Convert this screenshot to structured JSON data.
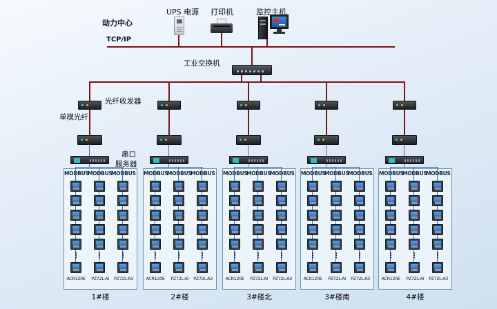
{
  "colors": {
    "backbone_line": "#7a1416",
    "branch_line": "#3f6fae",
    "box_border": "#6b94ad",
    "meter_screen": "#3e7fd0",
    "background_top": "#f6fafe",
    "background_bottom": "#cfe0f0"
  },
  "top": {
    "power_center": "动力中心",
    "tcpip_label": "TCP/IP",
    "ups_label": "UPS 电源",
    "printer_label": "打印机",
    "host_label": "监控主机",
    "switch_label": "工业交换机"
  },
  "side": {
    "fiber_transceiver": "光纤收发器",
    "single_mode_fiber": "单模光纤",
    "serial_line1": "串口",
    "serial_line2": "服务器"
  },
  "shared": {
    "bus_headers": [
      "MODBUS",
      "MODBUS",
      "MODBUS"
    ],
    "meter_models": [
      "ACR120E",
      "PZ72L-AI",
      "PZ72L-A3"
    ],
    "ellipsis": "⋮",
    "meters_per_column": 5,
    "columns": 3
  },
  "groups": [
    {
      "name": "1#楼"
    },
    {
      "name": "2#楼"
    },
    {
      "name": "3#楼北"
    },
    {
      "name": "3#楼南"
    },
    {
      "name": "4#楼"
    }
  ]
}
